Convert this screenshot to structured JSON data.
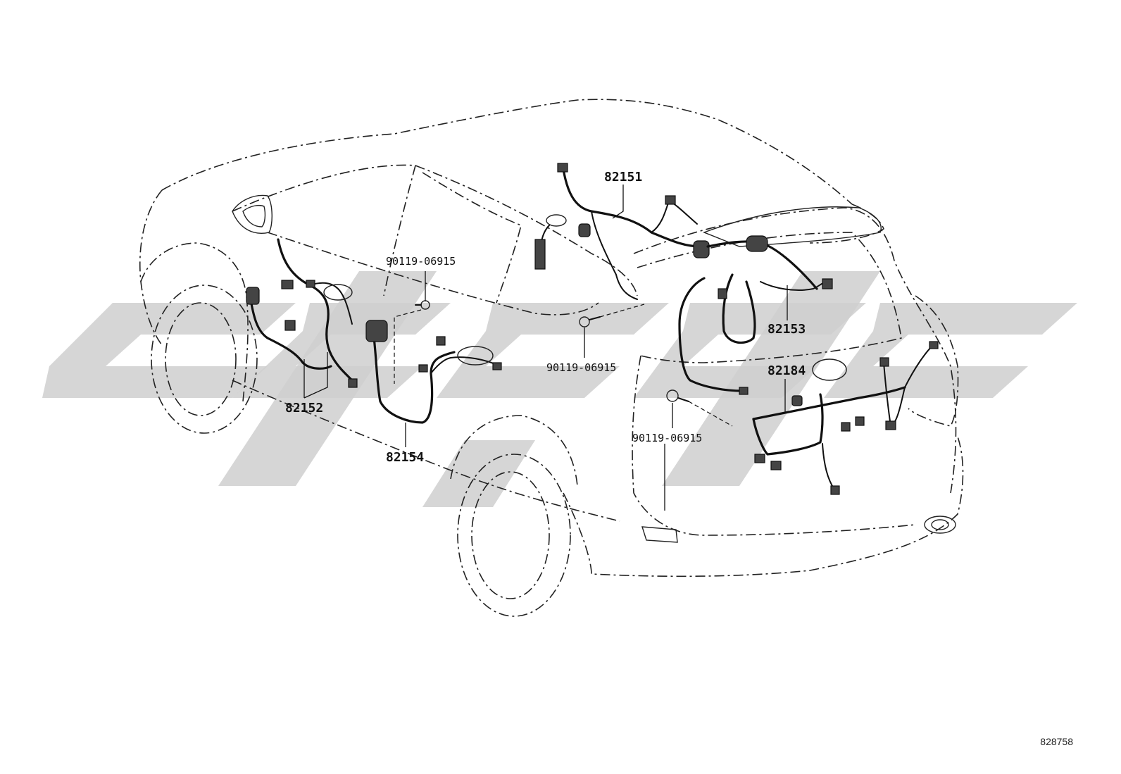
{
  "callouts": {
    "c82151": "82151",
    "c82152": "82152",
    "c82153": "82153",
    "c82154": "82154",
    "c82184": "82184",
    "bolt_left": "90119-06915",
    "bolt_center": "90119-06915",
    "bolt_right": "90119-06915"
  },
  "diagram_id": "828758",
  "colors": {
    "line": "#222222",
    "watermark": "#cfcfcf",
    "background": "#ffffff"
  }
}
